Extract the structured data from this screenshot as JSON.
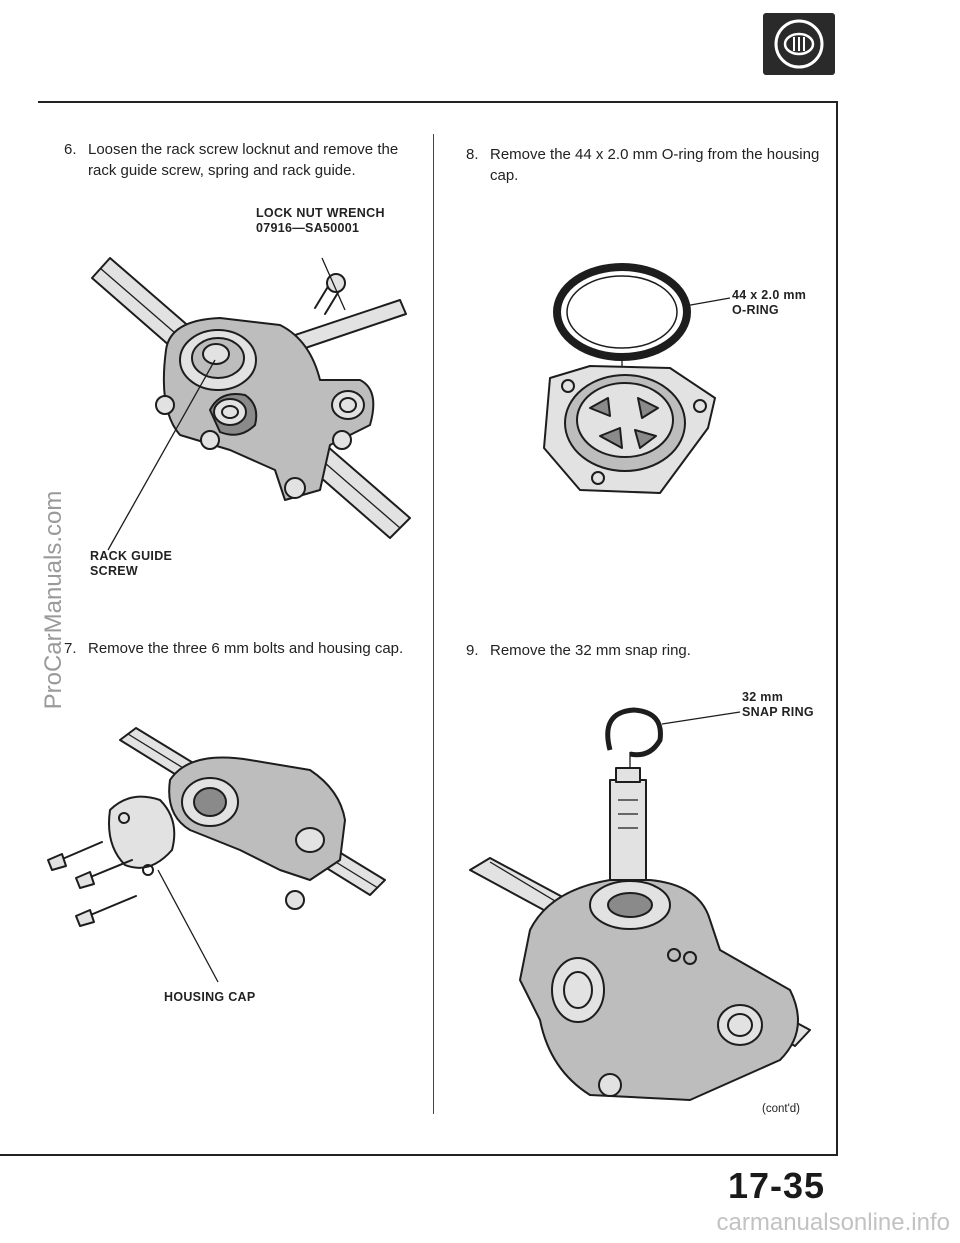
{
  "watermark_left": "ProCarManuals.com",
  "watermark_footer": "carmanualsonline.info",
  "section_icon": "steering-wheel-icon",
  "page_number": "17-35",
  "continued_label": "(cont'd)",
  "steps": [
    {
      "number": "6.",
      "text": "Loosen the rack screw locknut and remove the rack guide screw, spring and rack guide."
    },
    {
      "number": "7.",
      "text": "Remove the three 6 mm bolts and housing cap."
    },
    {
      "number": "8.",
      "text": "Remove the 44 x 2.0 mm O-ring from the housing cap."
    },
    {
      "number": "9.",
      "text": "Remove the 32 mm snap ring."
    }
  ],
  "callouts": {
    "lock_nut_wrench_line1": "LOCK NUT WRENCH",
    "lock_nut_wrench_line2": "07916—SA50001",
    "rack_guide_screw_line1": "RACK GUIDE",
    "rack_guide_screw_line2": "SCREW",
    "housing_cap": "HOUSING CAP",
    "o_ring_line1": "44 x 2.0 mm",
    "o_ring_line2": "O-RING",
    "snap_ring_line1": "32 mm",
    "snap_ring_line2": "SNAP RING"
  }
}
